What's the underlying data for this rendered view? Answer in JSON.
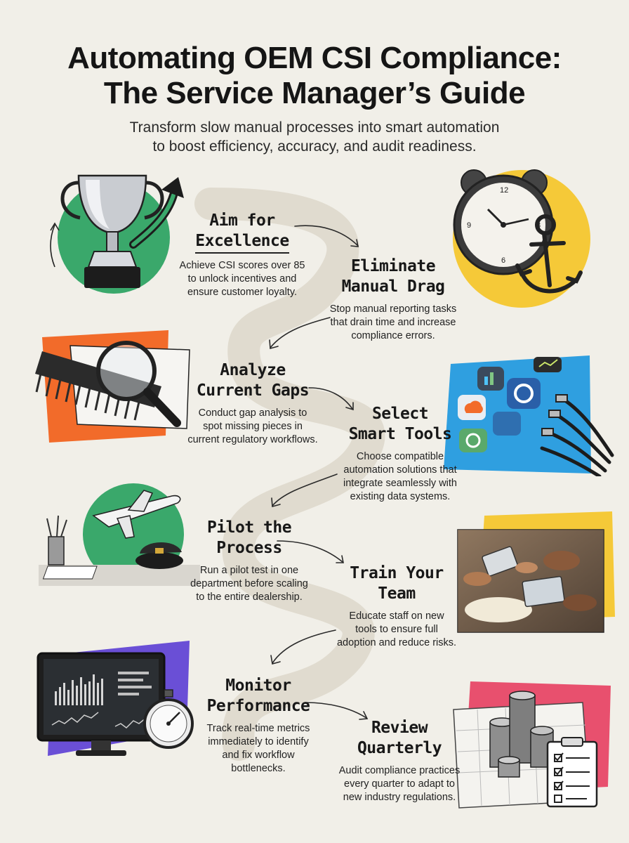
{
  "header": {
    "title_line1": "Automating OEM CSI Compliance:",
    "title_line2": "The Service Manager’s Guide",
    "subtitle_line1": "Transform slow manual processes into smart automation",
    "subtitle_line2": "to boost efficiency, accuracy, and audit readiness."
  },
  "steps": [
    {
      "title1": "Aim for",
      "title2": "Excellence",
      "d1": "Achieve CSI scores over 85",
      "d2": "to unlock incentives and",
      "d3": "ensure customer loyalty."
    },
    {
      "title1": "Eliminate",
      "title2": "Manual Drag",
      "d1": "Stop manual reporting tasks",
      "d2": "that drain time and increase",
      "d3": "compliance errors."
    },
    {
      "title1": "Analyze",
      "title2": "Current Gaps",
      "d1": "Conduct gap analysis to",
      "d2": "spot missing pieces in",
      "d3": "current regulatory workflows."
    },
    {
      "title1": "Select",
      "title2": "Smart Tools",
      "d1": "Choose compatible",
      "d2": "automation solutions that",
      "d3": "integrate seamlessly with",
      "d4": "existing data systems."
    },
    {
      "title1": "Pilot the",
      "title2": "Process",
      "d1": "Run a pilot test in one",
      "d2": "department before scaling",
      "d3": "to the entire dealership."
    },
    {
      "title1": "Train Your",
      "title2": "Team",
      "d1": "Educate staff on new",
      "d2": "tools to ensure full",
      "d3": "adoption and reduce risks."
    },
    {
      "title1": "Monitor",
      "title2": "Performance",
      "d1": "Track real-time metrics",
      "d2": "immediately to identify",
      "d3": "and fix workflow",
      "d4": "bottlenecks."
    },
    {
      "title1": "Review",
      "title2": "Quarterly",
      "d1": "Audit compliance practices",
      "d2": "every quarter to adapt to",
      "d3": "new industry regulations."
    }
  ],
  "colors": {
    "background": "#f1efe8",
    "green": "#3aa86b",
    "yellow": "#f5c938",
    "orange": "#f26b2a",
    "blue": "#2f9fe0",
    "purple": "#6a4fd6",
    "pink": "#e8506e",
    "path": "#dcd6c8"
  },
  "icons": [
    "trophy-icon",
    "alarm-clock-icon",
    "anchor-icon",
    "comb-icon",
    "magnifier-icon",
    "app-icons",
    "cables-icon",
    "airplane-icon",
    "pilot-hat-icon",
    "team-photo",
    "monitor-dashboard-icon",
    "stopwatch-icon",
    "coins-icon",
    "calendar-icon",
    "checklist-icon"
  ]
}
